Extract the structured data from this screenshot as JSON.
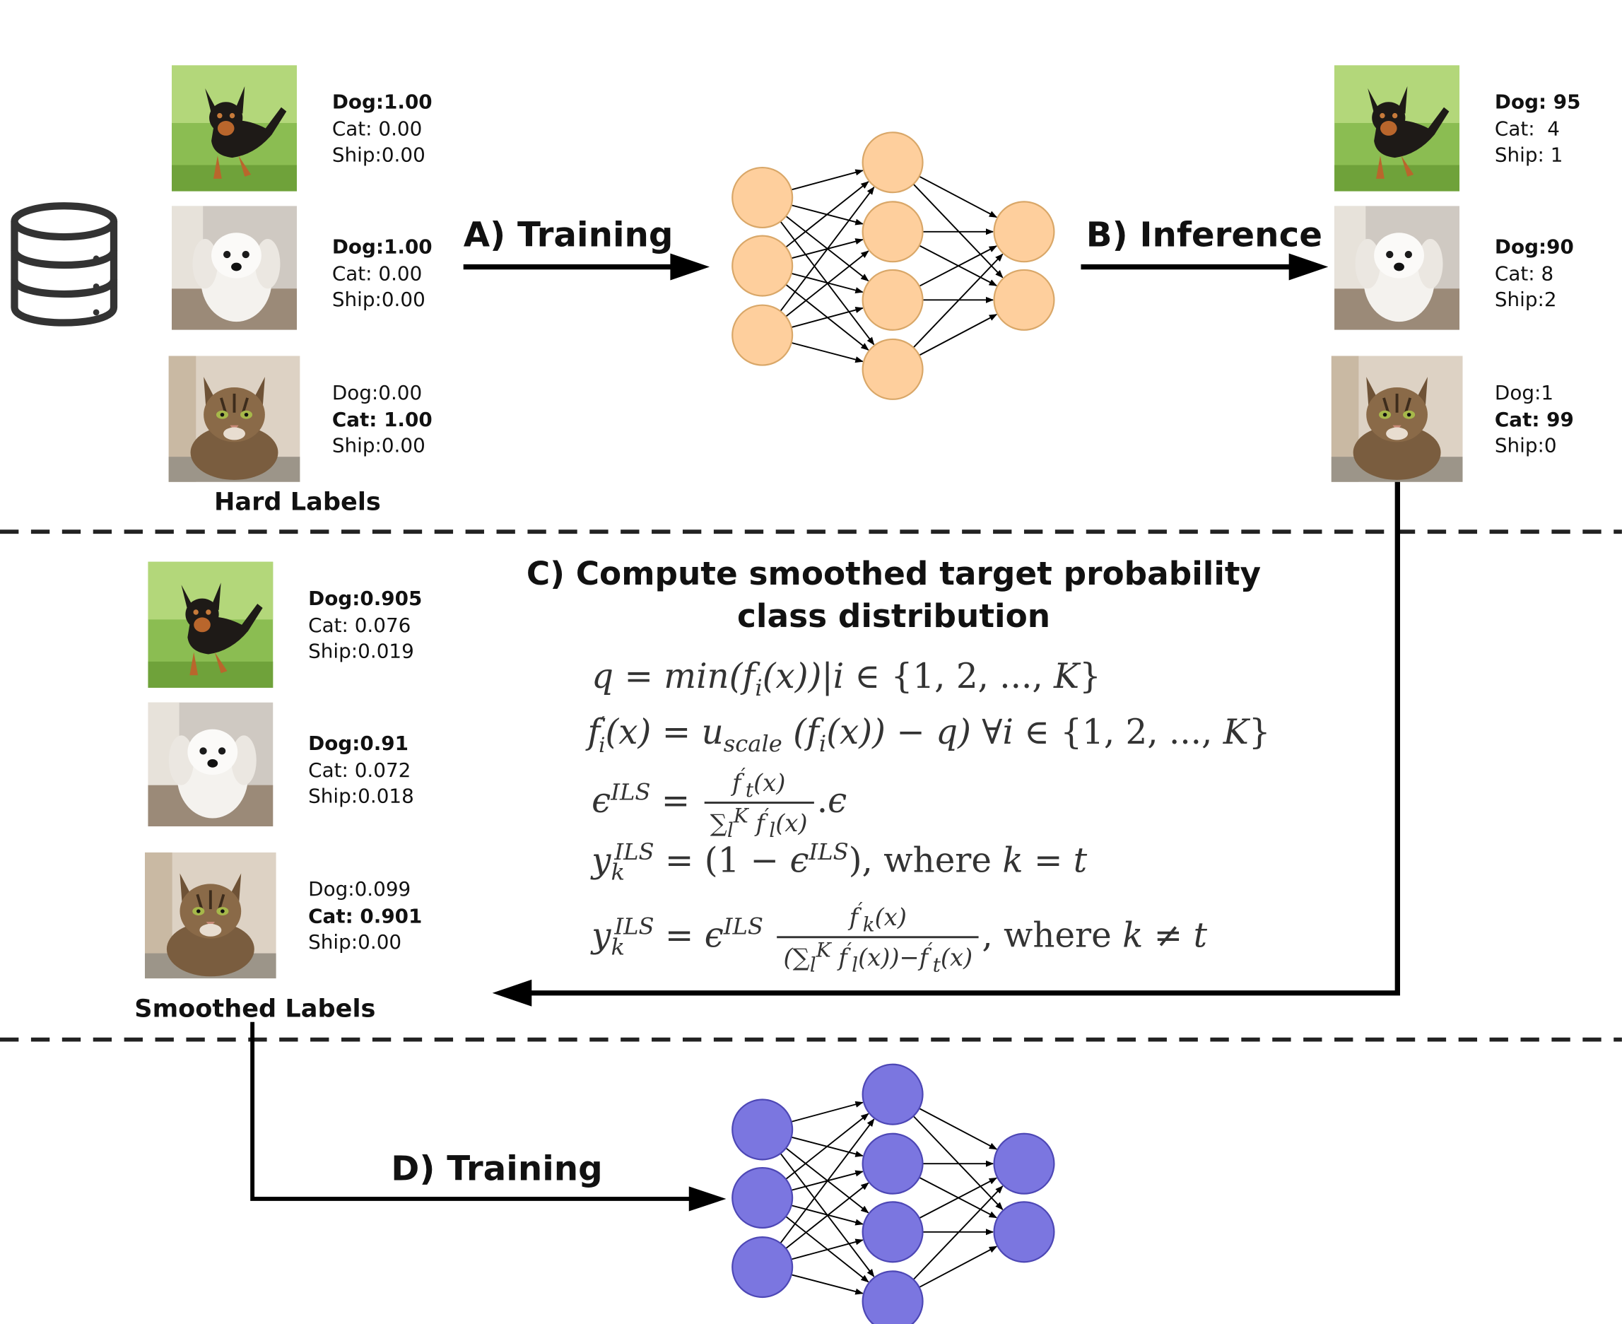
{
  "captions": {
    "hard": "Hard Labels",
    "smoothed": "Smoothed Labels"
  },
  "steps": {
    "a": "A) Training",
    "b": "B) Inference",
    "c": "C) Compute smoothed target probability class distribution",
    "d": "D) Training"
  },
  "hard_labels": [
    {
      "image": "dog-1",
      "lines": [
        {
          "text": "Dog:1.00",
          "bold": true
        },
        {
          "text": "Cat: 0.00",
          "bold": false
        },
        {
          "text": "Ship:0.00",
          "bold": false
        }
      ]
    },
    {
      "image": "dog-2",
      "lines": [
        {
          "text": "Dog:1.00",
          "bold": true
        },
        {
          "text": "Cat: 0.00",
          "bold": false
        },
        {
          "text": "Ship:0.00",
          "bold": false
        }
      ]
    },
    {
      "image": "cat",
      "lines": [
        {
          "text": "Dog:0.00",
          "bold": false
        },
        {
          "text": "Cat: 1.00",
          "bold": true
        },
        {
          "text": "Ship:0.00",
          "bold": false
        }
      ]
    }
  ],
  "inference_outputs": [
    {
      "image": "dog-1",
      "lines": [
        {
          "text": "Dog: 95",
          "bold": true
        },
        {
          "text": "Cat:  4",
          "bold": false
        },
        {
          "text": "Ship: 1",
          "bold": false
        }
      ]
    },
    {
      "image": "dog-2",
      "lines": [
        {
          "text": "Dog:90",
          "bold": true
        },
        {
          "text": "Cat: 8",
          "bold": false
        },
        {
          "text": "Ship:2",
          "bold": false
        }
      ]
    },
    {
      "image": "cat",
      "lines": [
        {
          "text": "Dog:1",
          "bold": false
        },
        {
          "text": "Cat: 99",
          "bold": true
        },
        {
          "text": "Ship:0",
          "bold": false
        }
      ]
    }
  ],
  "smoothed_labels": [
    {
      "image": "dog-1",
      "lines": [
        {
          "text": "Dog:0.905",
          "bold": true
        },
        {
          "text": "Cat: 0.076",
          "bold": false
        },
        {
          "text": "Ship:0.019",
          "bold": false
        }
      ]
    },
    {
      "image": "dog-2",
      "lines": [
        {
          "text": "Dog:0.91",
          "bold": true
        },
        {
          "text": "Cat: 0.072",
          "bold": false
        },
        {
          "text": "Ship:0.018",
          "bold": false
        }
      ]
    },
    {
      "image": "cat",
      "lines": [
        {
          "text": "Dog:0.099",
          "bold": false
        },
        {
          "text": "Cat: 0.901",
          "bold": true
        },
        {
          "text": "Ship:0.00",
          "bold": false
        }
      ]
    }
  ],
  "networks": {
    "top": {
      "fill": "#fecf9d",
      "stroke": "#d9a768"
    },
    "bottom": {
      "fill": "#7b76e0",
      "stroke": "#4d47b5"
    }
  },
  "icons": {
    "dataset": "database-icon"
  },
  "colors": {
    "line": "#000000",
    "dash": "#222222"
  }
}
